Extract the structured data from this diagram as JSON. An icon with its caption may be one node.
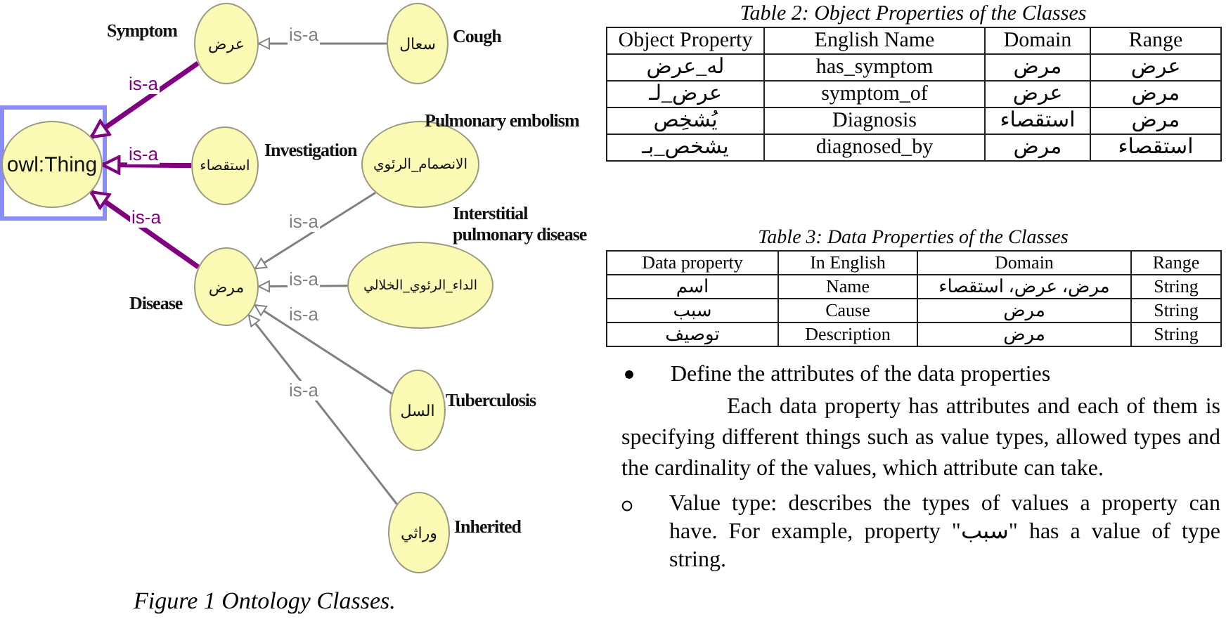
{
  "diagram": {
    "caption": "Figure 1 Ontology Classes.",
    "nodes": [
      {
        "text": [
          "owl:Thing"
        ]
      },
      {
        "text": [
          "عرض"
        ],
        "beside": [
          "Symptom"
        ]
      },
      {
        "text": [
          "سعال"
        ],
        "beside": [
          "Cough"
        ]
      },
      {
        "text": [
          "استقصاء"
        ],
        "beside": [
          "Investigation"
        ]
      },
      {
        "text": [
          "الانصمام_الرئوي"
        ],
        "beside": [
          "Pulmonary embolism"
        ]
      },
      {
        "text": [
          "مرض"
        ],
        "beside": [
          "Disease"
        ]
      },
      {
        "text": [
          "الداء_الرئوي_الخلالي"
        ],
        "beside": [
          "Interstitial pulmonary disease"
        ]
      },
      {
        "text": [
          "السل"
        ],
        "beside": [
          "Tuberculosis"
        ]
      },
      {
        "text": [
          "وراثي"
        ],
        "beside": [
          "Inherited"
        ]
      }
    ],
    "edges": [
      {
        "from": 1,
        "to": 0,
        "arrow": "to",
        "label": "is-a",
        "style": "thick",
        "color": "#800080"
      },
      {
        "from": 2,
        "to": 1,
        "arrow": "to",
        "label": "is-a"
      },
      {
        "from": 3,
        "to": 0,
        "arrow": "to",
        "label": "is-a",
        "style": "thick",
        "color": "#800080"
      },
      {
        "from": 5,
        "to": 0,
        "arrow": "to",
        "label": "is-a",
        "style": "thick",
        "color": "#800080"
      },
      {
        "from": 4,
        "to": 5,
        "arrow": "to",
        "label": "is-a"
      },
      {
        "from": 6,
        "to": 5,
        "arrow": "to",
        "label": "is-a"
      },
      {
        "from": 7,
        "to": 5,
        "arrow": "to",
        "label": "is-a"
      },
      {
        "from": 8,
        "to": 5,
        "arrow": "to",
        "label": "is-a"
      }
    ],
    "labels": [
      "Table 2: Object Properties of the Classes",
      "Object Property",
      "English Name",
      "Domain",
      "Range",
      "له_عرض",
      "has_symptom",
      "مرض",
      "عرض",
      "عرض_لـ",
      "symptom_of",
      "عرض",
      "مرض",
      "يُشخِص",
      "Diagnosis",
      "استقصاء",
      "مرض",
      "يشخص_بـ",
      "diagnosed_by",
      "مرض",
      "استقصاء",
      "Table 3: Data Properties of the Classes",
      "Data property",
      "In English",
      "Domain",
      "Range",
      "اسم",
      "Name",
      "مرض، عرض، استقصاء",
      "String",
      "سبب",
      "Cause",
      "مرض",
      "String",
      "توصيف",
      "Description",
      "مرض",
      "String",
      "Define the attributes of the data properties",
      "Each data property has attributes and each of them is specifying different things such as value types, allowed types and the cardinality of the values, which attribute can take.",
      "Value type: describes the types of values a property can have. For example, property \"سبب\" has a value of type string."
    ]
  }
}
